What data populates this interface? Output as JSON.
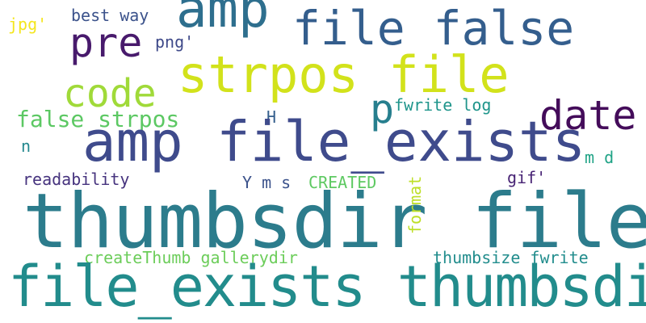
{
  "words": {
    "thumbsdir_file": "thumbsdir file",
    "amp_file_exists": "amp file_exists",
    "file_exists_thumbsdir": "file_exists thumbsdir",
    "strpos_file": "strpos file",
    "file_false": "file false",
    "amp": "amp",
    "date": "date",
    "pre": "pre",
    "code": "code",
    "p": "p",
    "false_strpos": "false strpos",
    "best_way": "best way",
    "png": "png'",
    "jpg": "jpg'",
    "H": "H",
    "fwrite_log": "fwrite log",
    "n": "n",
    "m_d": "m d",
    "readability": "readability",
    "Y_m_s": "Y m s",
    "CREATED": "CREATED",
    "gif": "gif'",
    "format": "format",
    "createThumb_gallerydir": "createThumb gallerydir",
    "thumbsize_fwrite": "thumbsize fwrite"
  },
  "colors": {
    "background": "#ffffff"
  }
}
